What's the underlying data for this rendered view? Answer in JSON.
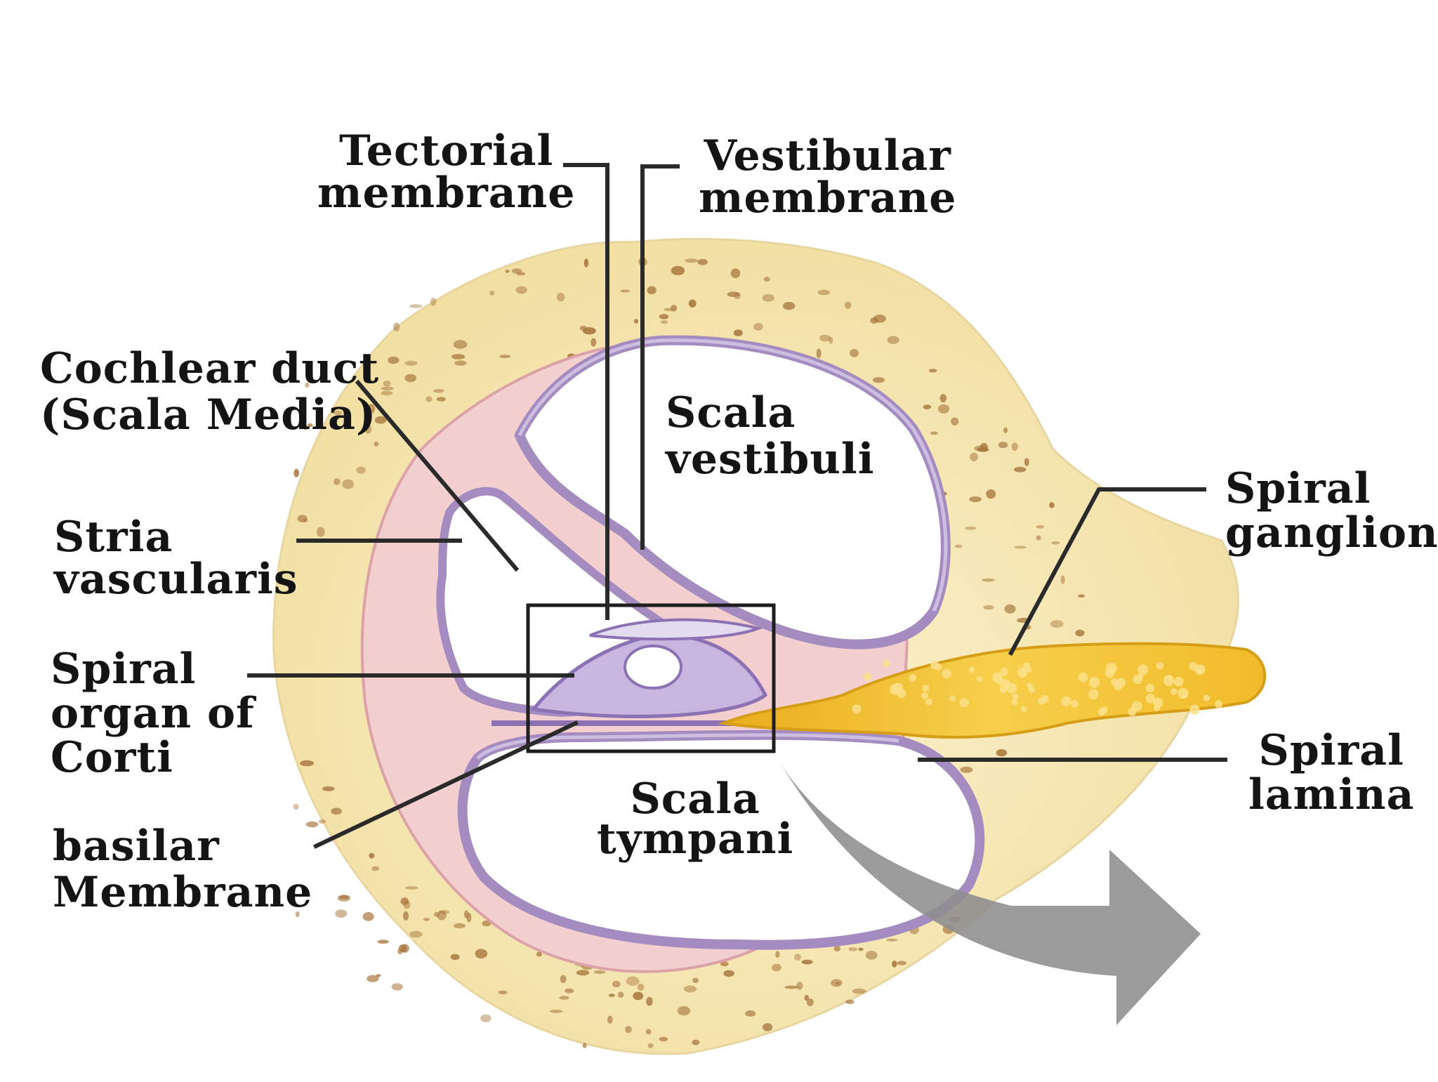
{
  "labels": {
    "tectorial": [
      "Tectorial",
      "membrane"
    ],
    "vestibular": [
      "Vestibular",
      "membrane"
    ],
    "cochlear_duct": [
      "Cochlear duct",
      "(Scala Media)"
    ],
    "stria": [
      "Stria",
      "vascularis"
    ],
    "spiral_organ": [
      "Spiral",
      "organ of",
      "Corti"
    ],
    "basilar": [
      "basilar",
      "Membrane"
    ],
    "scala_vestibuli": [
      "Scala",
      "vestibuli"
    ],
    "scala_tympani": [
      "Scala",
      "tympani"
    ],
    "spiral_ganglion": [
      "Spiral",
      "ganglion"
    ],
    "spiral_lamina": [
      "Spiral",
      "lamina"
    ]
  },
  "colors": {
    "bone": "#f6e7b4",
    "bone_pore": "#a8773e",
    "periosteum": "#efc3c5",
    "membrane": "#b9a4cc",
    "nerve": "#f2c23a",
    "leader": "#2a2a2a",
    "arrow": "#8d8d8d"
  }
}
